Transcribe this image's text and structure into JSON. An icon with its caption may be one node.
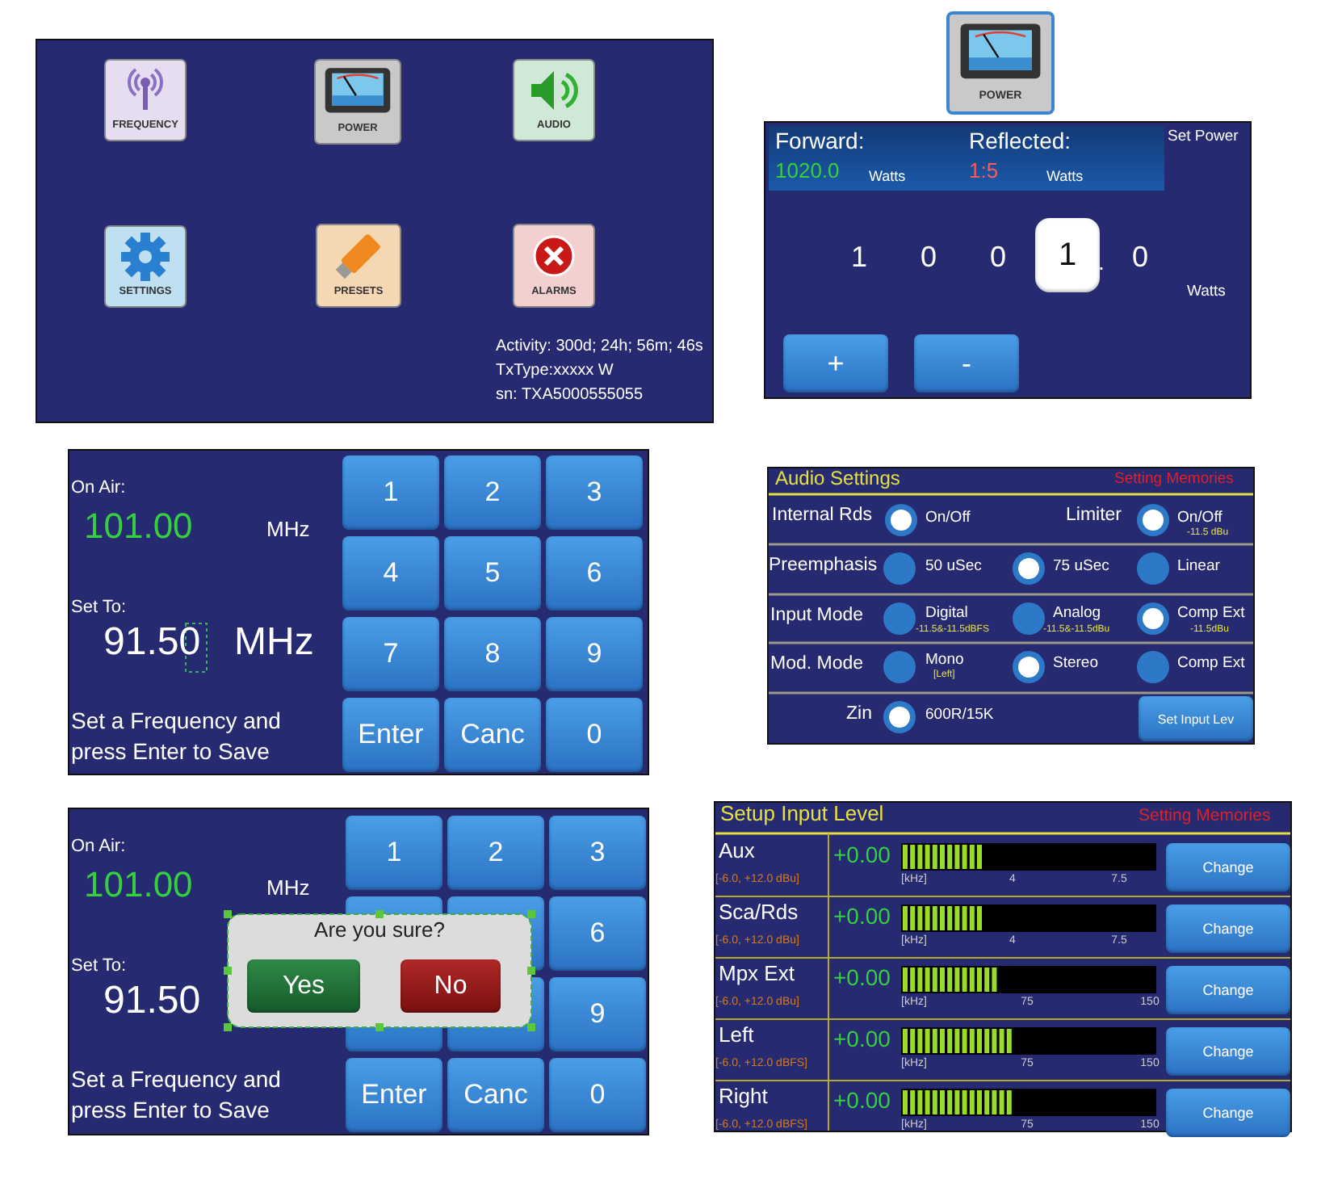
{
  "diagram": {
    "labels": [
      "FREQUENCY",
      "POWER",
      "AUDIO",
      "SETTINGS",
      "PRESETS",
      "ALARMS",
      "Activity: 300d; 24h; 56m; 46s",
      "TxType:xxxxx W",
      "sn: TXA5000555055",
      "POWER",
      "Forward:",
      "Reflected:",
      "1020.0",
      "Watts",
      "1:5",
      "Watts",
      "Set Power",
      "1",
      "0",
      "0",
      "1",
      ".",
      "0",
      "Watts",
      "+",
      "-",
      "Audio Settings",
      "Setting Memories",
      "Internal Rds",
      "On/Off",
      "Limiter",
      "On/Off",
      "-11.5 dBu",
      "Preemphasis",
      "50 uSec",
      "75 uSec",
      "Linear",
      "Input Mode",
      "Digital",
      "-11.5&-11.5dBFS",
      "Analog",
      "-11.5&-11.5dBu",
      "Comp Ext",
      "-11.5dBu",
      "Mod. Mode",
      "Mono",
      "[Left]",
      "Stereo",
      "Comp Ext",
      "Zin",
      "600R/15K",
      "Set Input Lev",
      "Setup Input Level",
      "Setting Memories",
      "Aux",
      "[-6.0, +12.0 dBu]",
      "+0.00",
      "[kHz]",
      "4",
      "7.5",
      "Change",
      "Sca/Rds",
      "[-6.0, +12.0 dBu]",
      "+0.00",
      "[kHz]",
      "4",
      "7.5",
      "Change",
      "Mpx Ext",
      "[-6.0, +12.0 dBu]",
      "+0.00",
      "[kHz]",
      "75",
      "150",
      "Change",
      "Left",
      "[-6.0, +12.0 dBFS]",
      "+0.00",
      "[kHz]",
      "75",
      "150",
      "Change",
      "Right",
      "[-6.0, +12.0 dBFS]",
      "+0.00",
      "[kHz]",
      "75",
      "150",
      "Change",
      "On Air:",
      "101.00",
      "MHz",
      "Set To:",
      "91.50",
      "MHz",
      "Set a Frequency and press Enter to Save",
      "1",
      "2",
      "3",
      "4",
      "5",
      "6",
      "7",
      "8",
      "9",
      "Enter",
      "Canc",
      "0",
      "On Air:",
      "101.00",
      "MHz",
      "Set To:",
      "91.50",
      "Set a Frequency and press Enter to Save",
      "1",
      "2",
      "3",
      "6",
      "9",
      "Enter",
      "Canc",
      "0",
      "Are you sure?",
      "Yes",
      "No"
    ]
  }
}
